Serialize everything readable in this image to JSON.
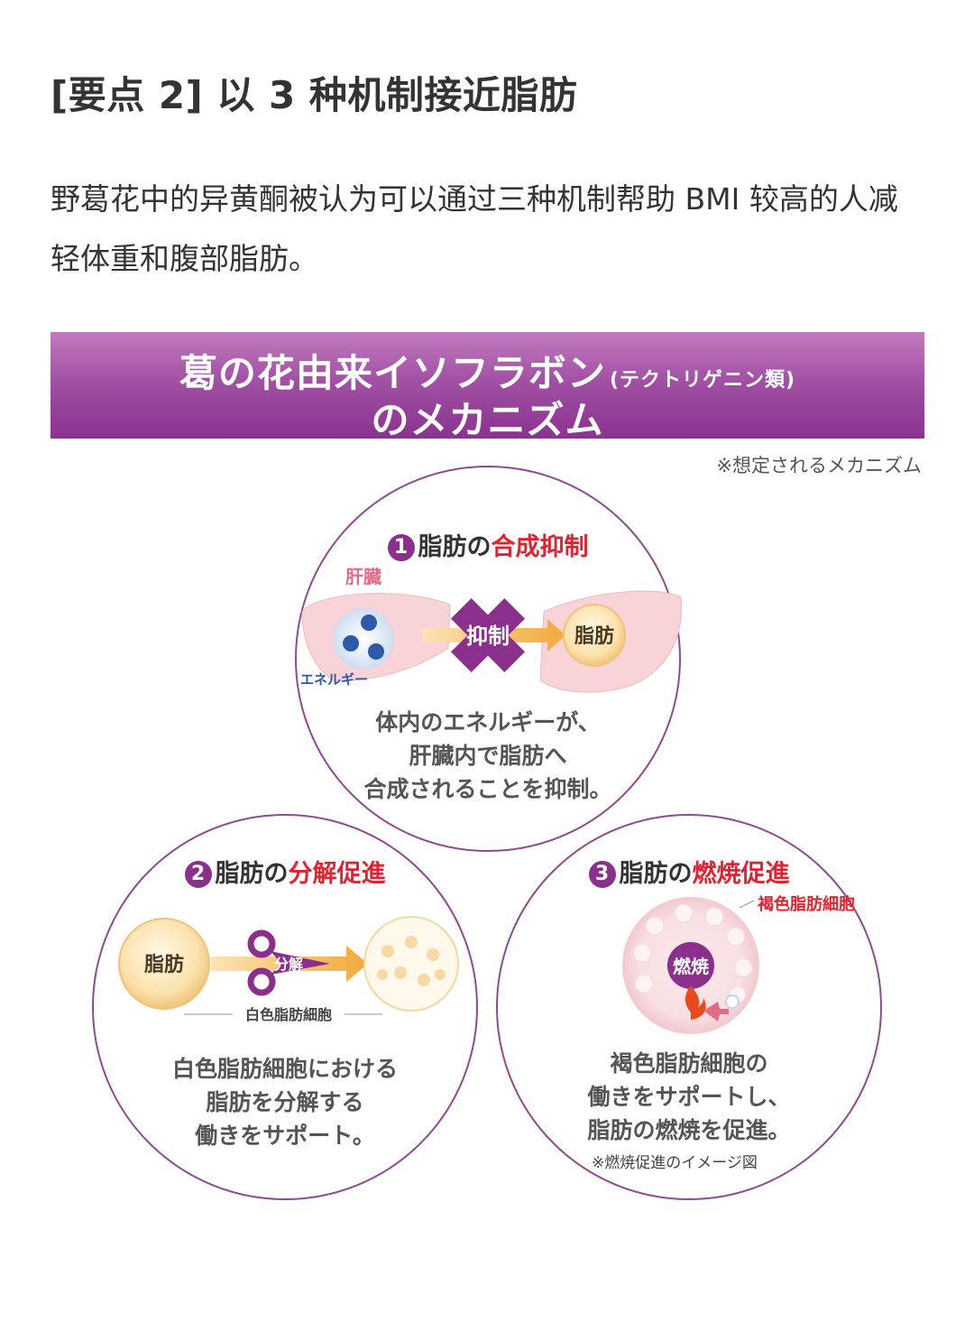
{
  "heading": "[要点 2] 以 3 种机制接近脂肪",
  "intro": "野葛花中的异黄酮被认为可以通过三种机制帮助 BMI 较高的人减轻体重和腹部脂肪。",
  "banner": {
    "line1": "葛の花由来イソフラボン",
    "line1_sub": "(テクトリゲニン類)",
    "line2": "のメカニズム"
  },
  "note_top": "※想定されるメカニズム",
  "mechanisms": [
    {
      "num": "1",
      "title_prefix": "脂肪の",
      "title_highlight": "合成抑制",
      "liver_label": "肝臓",
      "energy_label": "エネルギー",
      "inhibit_label": "抑制",
      "fat_label": "脂肪",
      "desc": "体内のエネルギーが、\n肝臓内で脂肪へ\n合成されることを抑制。"
    },
    {
      "num": "2",
      "title_prefix": "脂肪の",
      "title_highlight": "分解促進",
      "fat_label": "脂肪",
      "split_label": "分解",
      "cell_label": "白色脂肪細胞",
      "desc": "白色脂肪細胞における\n脂肪を分解する\n働きをサポート。"
    },
    {
      "num": "3",
      "title_prefix": "脂肪の",
      "title_highlight": "燃焼促進",
      "cell_label": "褐色脂肪細胞",
      "burn_label": "燃焼",
      "desc": "褐色脂肪細胞の\n働きをサポートし、\n脂肪の燃焼を促進。",
      "note": "※燃焼促進のイメージ図"
    }
  ],
  "colors": {
    "banner_purple": "#9a4a9e",
    "accent_red": "#e2232f",
    "circle_border": "#8f4a92",
    "inhibit_purple": "#8a2f8c"
  }
}
